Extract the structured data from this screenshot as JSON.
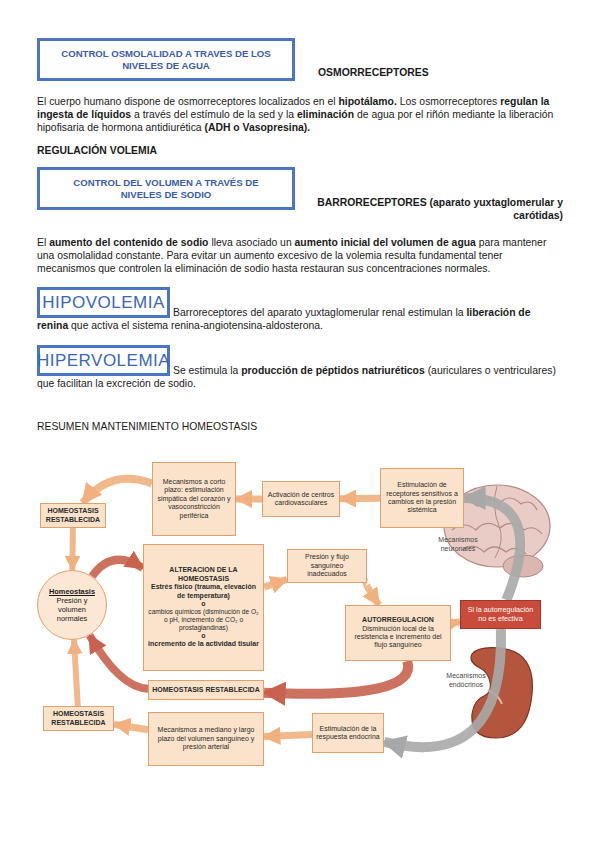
{
  "diagram": {
    "nodes": [
      {
        "text": [
          "CONTROL OSMOLALIDAD A TRAVES DE LOS NIVELES DE AGUA"
        ]
      },
      {
        "text": [
          "CONTROL DEL VOLUMEN A TRAVÉS DE NIVELES DE SODIO"
        ]
      },
      {
        "text": [
          "HIPOVOLEMIA"
        ]
      },
      {
        "text": [
          "HIPERVOLEMIA"
        ]
      },
      {
        "text": [
          "Mecanismos a corto plazo: estimulación simpática del corazón y vasoconstricción periférica"
        ]
      },
      {
        "text": [
          "Activación de centros cardiovasculares"
        ]
      },
      {
        "text": [
          "Estimulación de receptores sensitivos a cambios en la presión sistémica"
        ]
      },
      {
        "text": [
          "HOMEOSTASIS RESTABLECIDA"
        ]
      },
      {
        "text": [
          "Homeostasis",
          "Presión y volumen normales"
        ]
      },
      {
        "text": [
          "ALTERACION DE LA HOMEOSTASIS",
          "Estrés físico (trauma, elevación de temperatura)",
          "o",
          "cambios químicos (disminución de O₂ o pH, incremento de CO₂ o prostaglandinas)",
          "o",
          "incremento de la actividad tisular"
        ]
      },
      {
        "text": [
          "Presión y flujo sanguíneo inadecuados"
        ]
      },
      {
        "text": [
          "AUTORREGULACION",
          "Disminución local de la resistencia e incremento del flujo sanguíneo"
        ]
      },
      {
        "text": [
          "Si la autorregulación no es efectiva"
        ]
      },
      {
        "text": [
          "HOMEOSTASIS RESTABLECIDA"
        ]
      },
      {
        "text": [
          "HOMEOSTASIS RESTABLECIDA"
        ]
      },
      {
        "text": [
          "Mecanismos a mediano y largo plazo del volumen sanguíneo y presión arterial"
        ]
      },
      {
        "text": [
          "Estimulación de la respuesta endocrina"
        ]
      }
    ],
    "edges": [
      {
        "from": 6,
        "to": 5,
        "arrow": "to"
      },
      {
        "from": 5,
        "to": 4,
        "arrow": "to"
      },
      {
        "from": 4,
        "to": 7,
        "arrow": "to"
      },
      {
        "from": 7,
        "to": 8,
        "arrow": "to"
      },
      {
        "from": 8,
        "to": 9,
        "arrow": "to"
      },
      {
        "from": 9,
        "to": 10,
        "arrow": "to"
      },
      {
        "from": 10,
        "to": 11,
        "arrow": "to"
      },
      {
        "from": 11,
        "to": 12,
        "arrow": "to"
      },
      {
        "from": 11,
        "to": 13,
        "arrow": "to"
      },
      {
        "from": 13,
        "to": 8,
        "arrow": "to"
      },
      {
        "from": 12,
        "to": 6,
        "arrow": "to"
      },
      {
        "from": 12,
        "to": 16,
        "arrow": "to"
      },
      {
        "from": 16,
        "to": 15,
        "arrow": "to"
      },
      {
        "from": 15,
        "to": 14,
        "arrow": "to"
      },
      {
        "from": 14,
        "to": 8,
        "arrow": "to"
      }
    ],
    "labels": [
      "OSMORRECEPTORES",
      "El cuerpo humano dispone de osmorreceptores localizados en el",
      "hipotálamo.",
      "Los osmorreceptores",
      "regulan la ingesta de líquidos",
      "a través del estímulo de la sed y la",
      "eliminación",
      "de agua por el riñón mediante la liberación hipofisaria de hormona antidiurética",
      "(ADH o Vasopresina).",
      "REGULACIÓN VOLEMIA",
      "BARRORECEPTORES (aparato yuxtaglomerular y carótidas)",
      "El",
      "aumento del contenido de sodio",
      "lleva asociado un",
      "aumento inicial del volumen de agua",
      "para mantener una osmolalidad constante. Para evitar un aumento excesivo de la volemia resulta fundamental tener mecanismos que controlen la eliminación de sodio hasta restauran sus concentraciones normales.",
      "Barroreceptores del aparato yuxtaglomerular renal estimulan la",
      "liberación de renina",
      "que activa el sistema renina-angiotensina-aldosterona.",
      "Se estimula la",
      "producción de péptidos natriuréticos",
      "(auriculares o ventriculares) que facilitan la excreción de sodio.",
      "RESUMEN MANTENIMIENTO HOMEOSTASIS",
      "Mecanismos neuronales",
      "Mecanismos endócrinos"
    ]
  }
}
